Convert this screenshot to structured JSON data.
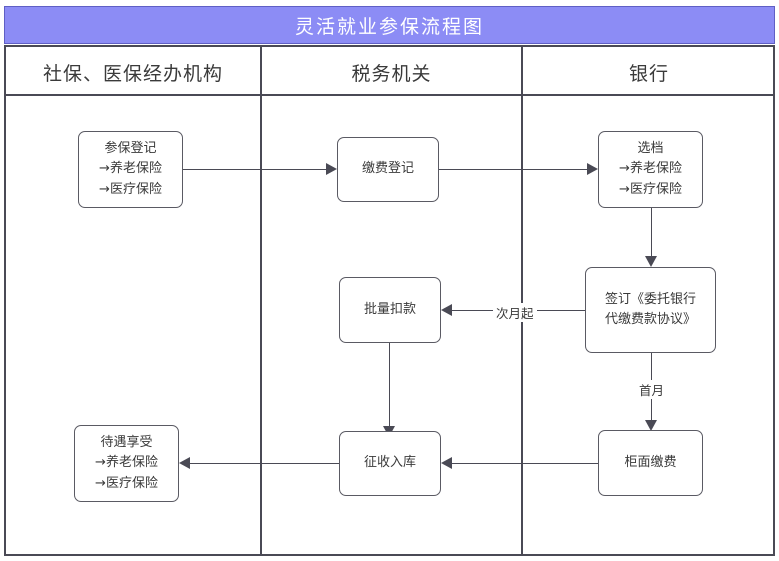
{
  "title": {
    "text": "灵活就业参保流程图",
    "background_color": "#8c8cf5",
    "text_color": "#ffffff"
  },
  "lanes": [
    {
      "id": "social-insurance",
      "label": "社保、医保经办机构"
    },
    {
      "id": "tax-authority",
      "label": "税务机关"
    },
    {
      "id": "bank",
      "label": "银行"
    }
  ],
  "nodes": [
    {
      "id": "insurance-registration",
      "lane": "social-insurance",
      "lines": [
        "参保登记",
        "→养老保险",
        "→医疗保险"
      ]
    },
    {
      "id": "payment-registration",
      "lane": "tax-authority",
      "lines": [
        "缴费登记"
      ]
    },
    {
      "id": "select-tier",
      "lane": "bank",
      "lines": [
        "选档",
        "→养老保险",
        "→医疗保险"
      ]
    },
    {
      "id": "sign-agreement",
      "lane": "bank",
      "lines": [
        "签订《委托银行",
        "代缴费款协议》"
      ]
    },
    {
      "id": "batch-deduction",
      "lane": "tax-authority",
      "lines": [
        "批量扣款"
      ]
    },
    {
      "id": "counter-payment",
      "lane": "bank",
      "lines": [
        "柜面缴费"
      ]
    },
    {
      "id": "collection-into-treasury",
      "lane": "tax-authority",
      "lines": [
        "征收入库"
      ]
    },
    {
      "id": "benefit-enjoyment",
      "lane": "social-insurance",
      "lines": [
        "待遇享受",
        "→养老保险",
        "→医疗保险"
      ]
    }
  ],
  "edge_labels": [
    {
      "id": "from-next-month",
      "text": "次月起"
    },
    {
      "id": "first-month",
      "text": "首月"
    }
  ],
  "colors": {
    "banner": "#8c8cf5",
    "frame_line": "#4a4a55",
    "node_border": "#5a5a63",
    "text": "#3a3a3a",
    "background": "#ffffff"
  }
}
